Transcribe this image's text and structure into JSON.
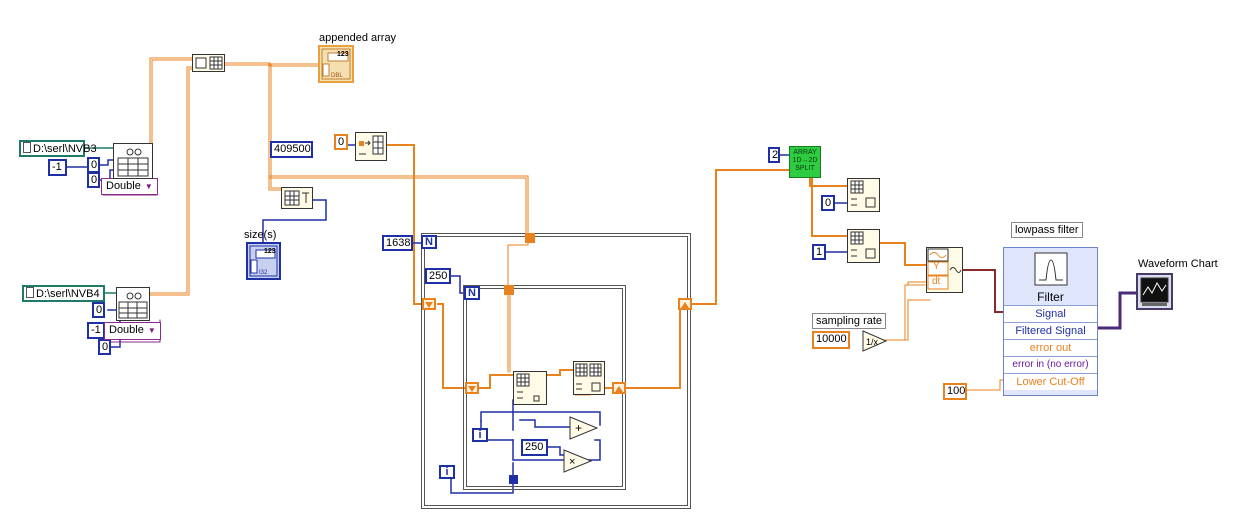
{
  "labels": {
    "appended_array": "appended array",
    "size": "size(s)",
    "lowpass_filter": "lowpass filter",
    "waveform_chart": "Waveform Chart",
    "sampling_rate": "sampling rate"
  },
  "constants": {
    "path1": "D:\\serl\\NVB3",
    "path2": "D:\\serl\\NVB4",
    "neg_one_1": "-1",
    "zero_1a": "0",
    "zero_1b": "0",
    "zero_2a": "0",
    "neg_one_2": "-1",
    "zero_2b": "0",
    "type1": "Double",
    "type2": "Double",
    "total": "409500",
    "init_zero": "0",
    "n_outer": "1638",
    "n_inner": "250",
    "inner_250": "250",
    "split_count": "2",
    "index_zero": "0",
    "index_one": "1",
    "sampling_rate": "10000",
    "cutoff": "100"
  },
  "icons": {
    "n_symbol": "N",
    "i_symbol": "i",
    "split_text": [
      "ARRAY",
      "1D→2D",
      "SPLIT"
    ],
    "table_mark": "123",
    "dbl_mark": "DBL",
    "i32_mark": "I32",
    "wave_y": "Y",
    "wave_dt": "dt"
  },
  "filter": {
    "title": "Filter",
    "rows": [
      "Signal",
      "Filtered Signal",
      "error out",
      "error in (no error)",
      "Lower Cut-Off"
    ]
  },
  "colors": {
    "orange": "#e8821e",
    "blue": "#1f2fa6",
    "teal": "#1f7a6a",
    "purple": "#8a2a8a",
    "green": "#2ecc40"
  }
}
